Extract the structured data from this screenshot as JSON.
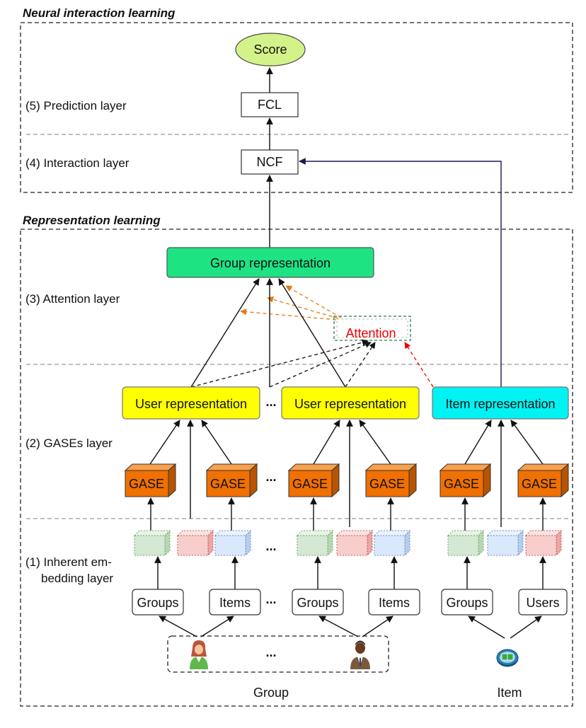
{
  "sections": {
    "neural": "Neural interaction learning",
    "representation": "Representation learning"
  },
  "layers": {
    "prediction": "(5) Prediction layer",
    "interaction": "(4) Interaction layer",
    "attention": "(3) Attention layer",
    "gases": "(2) GASEs layer",
    "inherent_line1": "(1) Inherent em-",
    "inherent_line2": "bedding layer"
  },
  "nodes": {
    "score": "Score",
    "fcl": "FCL",
    "ncf": "NCF",
    "group_rep": "Group representation",
    "attention": "Attention",
    "user_rep_1": "User representation",
    "user_rep_2": "User representation",
    "item_rep": "Item representation",
    "gase": "GASE",
    "groups": "Groups",
    "items": "Items",
    "users": "Users",
    "ellipsis": "...",
    "group_caption": "Group",
    "item_caption": "Item"
  },
  "colors": {
    "score_fill": "#d4f28a",
    "group_rep_fill": "#1ee383",
    "user_rep_fill": "#ffff00",
    "item_rep_fill": "#00f3f3",
    "gase_fill": "#f07000",
    "attention_text": "#ee0000",
    "attention_arrow": "#e07b14",
    "item_arrow": "#1a1a4e",
    "embed_green": "#d5e8d4",
    "embed_red": "#f8cecc",
    "embed_blue": "#dae8fc"
  },
  "icons": {
    "user_female": "person-female-icon",
    "user_male": "person-male-icon",
    "item": "stadium-icon"
  }
}
